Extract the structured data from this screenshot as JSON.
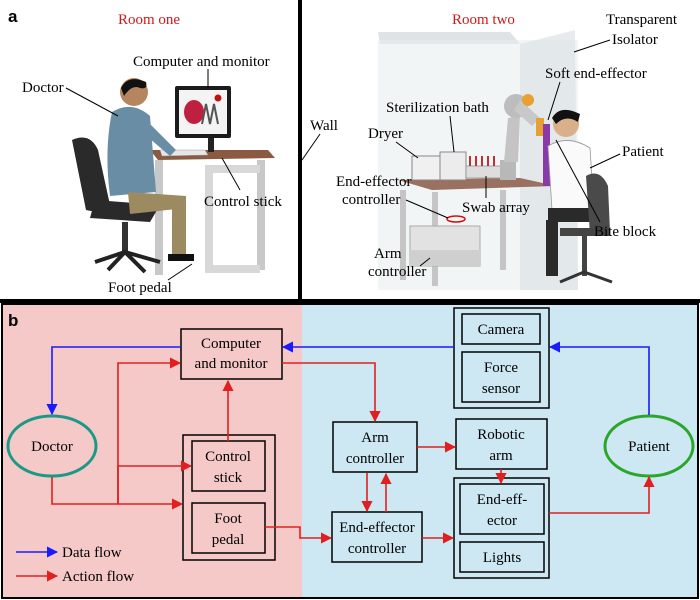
{
  "panel_a": {
    "label": "a",
    "room_one": "Room one",
    "room_two": "Room two",
    "labels": {
      "computer_and_monitor": "Computer and monitor",
      "doctor": "Doctor",
      "wall": "Wall",
      "control_stick": "Control stick",
      "foot_pedal": "Foot pedal",
      "transparent": "Transparent",
      "isolator": "Isolator",
      "soft_end_effector": "Soft end-effector",
      "sterilization_bath": "Sterilization bath",
      "dryer": "Dryer",
      "patient": "Patient",
      "end_effector": "End-effector",
      "controller": "controller",
      "swab_array": "Swab array",
      "bite_block": "Bite block",
      "arm": "Arm",
      "controller_2": "controller"
    }
  },
  "panel_b": {
    "label": "b",
    "nodes": {
      "computer_line1": "Computer",
      "computer_line2": "and monitor",
      "control_line1": "Control",
      "control_line2": "stick",
      "foot_line1": "Foot",
      "foot_line2": "pedal",
      "doctor": "Doctor",
      "camera": "Camera",
      "force_line1": "Force",
      "force_line2": "sensor",
      "arm_line1": "Arm",
      "arm_line2": "controller",
      "robotic_line1": "Robotic",
      "robotic_line2": "arm",
      "eec_line1": "End-effector",
      "eec_line2": "controller",
      "ee_line1": "End-eff-",
      "ee_line2": "ector",
      "lights": "Lights",
      "patient": "Patient"
    },
    "legend": {
      "data_flow": "Data flow",
      "action_flow": "Action flow"
    },
    "colors": {
      "room_one_bg": "#f6c9c9",
      "room_two_bg": "#cde8f3",
      "data_flow": "#1a1aff",
      "action_flow": "#e02020",
      "doctor_outline": "#1a9a86",
      "patient_outline": "#2aa62a",
      "room_title": "#d01818"
    }
  }
}
